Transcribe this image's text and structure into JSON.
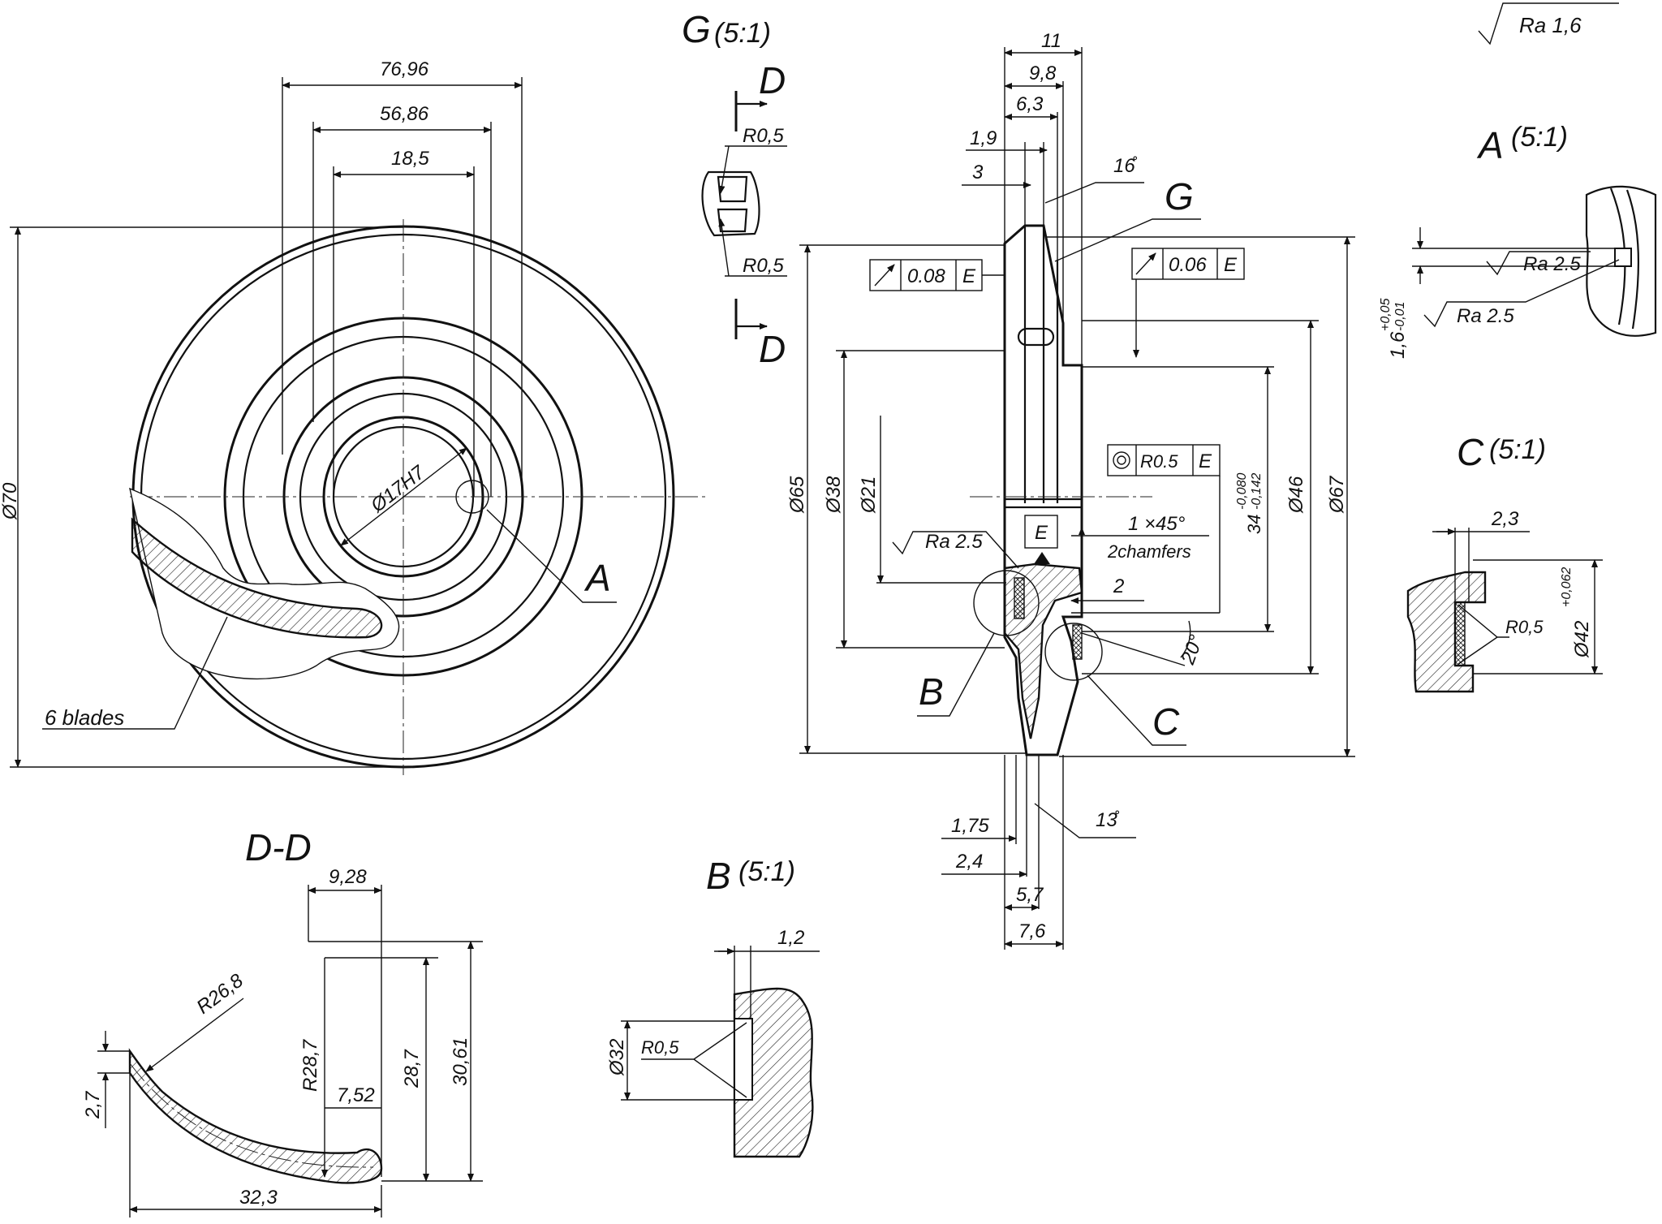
{
  "views": {
    "main": {
      "label_blades": "6 blades",
      "bore": "Ø17H7",
      "dia70": "Ø70",
      "d1": "76,96",
      "d2": "56,86",
      "d3": "18,5",
      "mark_a": "A"
    },
    "section": {
      "dims_top": [
        "11",
        "9,8",
        "6,3",
        "1,9",
        "3"
      ],
      "angle_top": "16̊",
      "mark_g": "G",
      "tol1": {
        "value": "0.08",
        "datum": "E"
      },
      "tol2": {
        "value": "0.06",
        "datum": "E"
      },
      "tol3": {
        "value": "R0.5",
        "datum": "E"
      },
      "datum_e": "E",
      "ra": "Ra 2.5",
      "chamfer1": "1 ×45°",
      "chamfer2": "2chamfers",
      "dim2": "2",
      "angle20": "20°",
      "dia65": "Ø65",
      "dia38": "Ø38",
      "dia21": "Ø21",
      "dia46": "Ø46",
      "dia67": "Ø67",
      "dim34": "34",
      "tol34_up": "-0,080",
      "tol34_lo": "-0,142",
      "mark_b": "B",
      "mark_c": "C",
      "dims_bottom": [
        "1,75",
        "2,4",
        "5,7",
        "7,6"
      ],
      "angle_bottom": "13̊"
    },
    "detail_g": {
      "title": "G",
      "scale": "(5:1)",
      "cut": "D",
      "r1": "R0,5",
      "r2": "R0,5"
    },
    "detail_a": {
      "title": "A",
      "scale": "(5:1)",
      "ra1": "Ra 2.5",
      "ra2": "Ra 2.5",
      "dim": "1,6",
      "tol_up": "+0,05",
      "tol_lo": "-0,01"
    },
    "detail_c": {
      "title": "C",
      "scale": "(5:1)",
      "dim": "2,3",
      "r": "R0,5",
      "dia": "Ø42",
      "tol": "+0,062"
    },
    "detail_b": {
      "title": "B",
      "scale": "(5:1)",
      "dim": "1,2",
      "r": "R0,5",
      "dia": "Ø32"
    },
    "section_dd": {
      "title": "D-D",
      "r1": "R26,8",
      "r2": "R28,7",
      "d1": "9,28",
      "d2": "28,7",
      "d3": "30,61",
      "d4": "7,52",
      "d5": "2,7",
      "d6": "32,3"
    }
  },
  "roughness": "Ra 1,6"
}
